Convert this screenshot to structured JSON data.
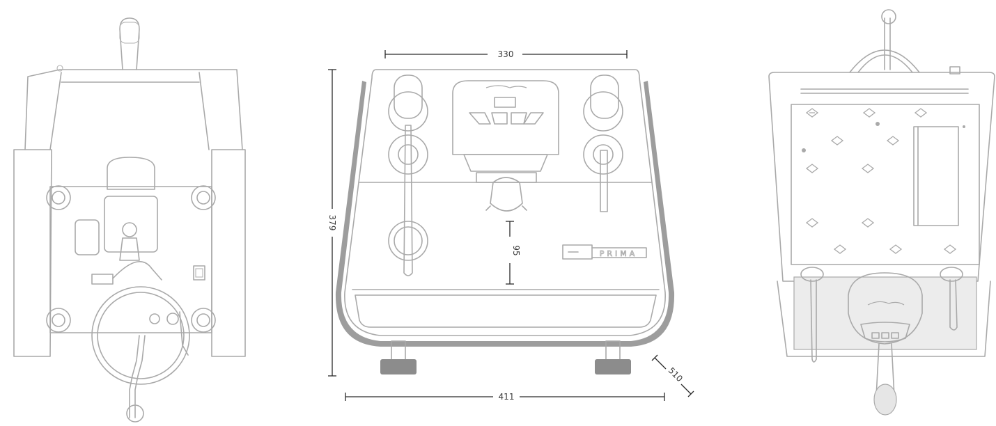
{
  "diagram": {
    "views": [
      "rear-view",
      "front-view",
      "top-view"
    ],
    "dimensions": {
      "top_width": "330",
      "height": "379",
      "group_clearance": "95",
      "depth": "510",
      "bottom_width": "411"
    },
    "brand_badge": "PRIMA",
    "colors": {
      "line": "#a9a9a9",
      "body": "#8c8c8c",
      "dimension": "#2b2b2b"
    }
  }
}
